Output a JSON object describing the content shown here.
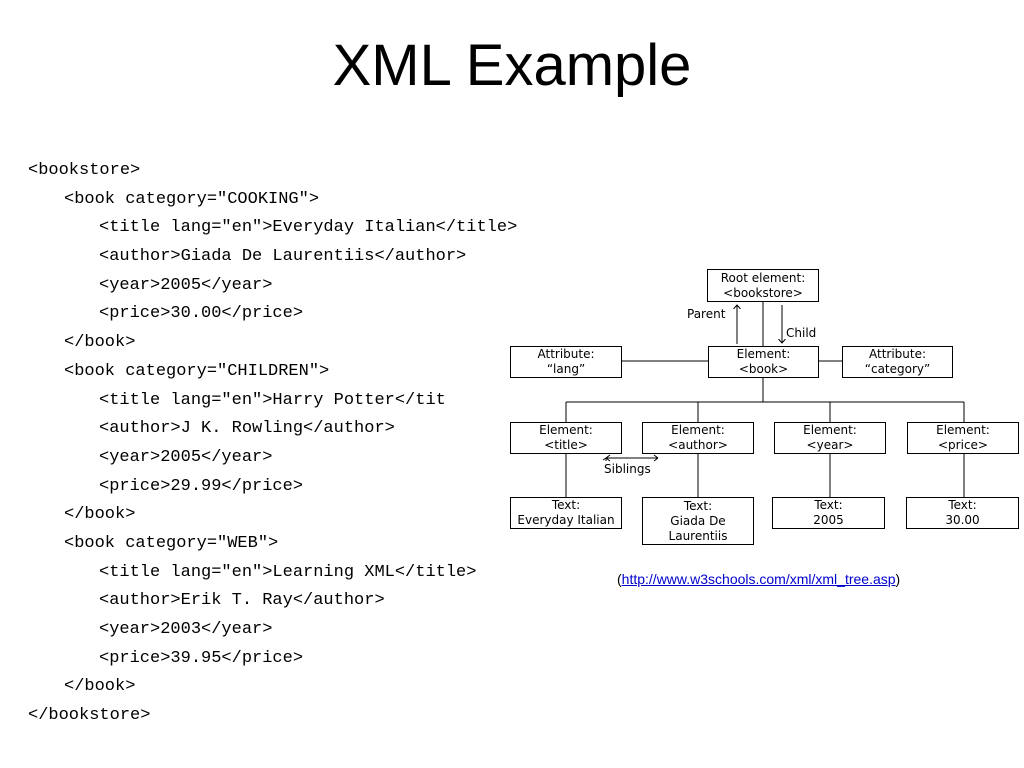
{
  "slide": {
    "title": "XML Example"
  },
  "code": {
    "lines": [
      "<bookstore>",
      "<book category=\"COOKING\">",
      "<title lang=\"en\">Everyday Italian</title>",
      "<author>Giada De Laurentiis</author>",
      "<year>2005</year>",
      "<price>30.00</price>",
      "</book>",
      "<book category=\"CHILDREN\">",
      "<title lang=\"en\">Harry Potter</tit",
      "<author>J K. Rowling</author>",
      "<year>2005</year>",
      "<price>29.99</price>",
      "</book>",
      "<book category=\"WEB\">",
      "<title lang=\"en\">Learning XML</title>",
      "<author>Erik T. Ray</author>",
      "<year>2003</year>",
      "<price>39.95</price>",
      "</book>",
      "</bookstore>"
    ]
  },
  "tree": {
    "root": [
      "Root element:",
      "<bookstore>"
    ],
    "book": [
      "Element:",
      "<book>"
    ],
    "attr_lang": [
      "Attribute:",
      "“lang”"
    ],
    "attr_category": [
      "Attribute:",
      "“category”"
    ],
    "el_title": [
      "Element:",
      "<title>"
    ],
    "el_author": [
      "Element:",
      "<author>"
    ],
    "el_year": [
      "Element:",
      "<year>"
    ],
    "el_price": [
      "Element:",
      "<price>"
    ],
    "text_title": [
      "Text:",
      "Everyday Italian"
    ],
    "text_author": [
      "Text:",
      "Giada De",
      "Laurentiis"
    ],
    "text_year": [
      "Text:",
      "2005"
    ],
    "text_price": [
      "Text:",
      "30.00"
    ],
    "label_parent": "Parent",
    "label_child": "Child",
    "label_siblings": "Siblings"
  },
  "source": {
    "open": "(",
    "link": "http://www.w3schools.com/xml/xml_tree.asp",
    "close": ")"
  }
}
